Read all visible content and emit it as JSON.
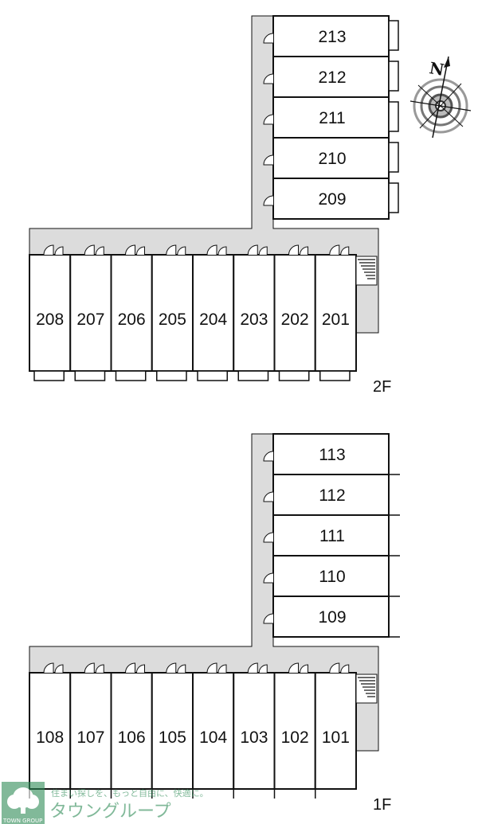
{
  "floors": [
    {
      "label": "2F",
      "wing_units": [
        "213",
        "212",
        "211",
        "210",
        "209"
      ],
      "row_units": [
        "208",
        "207",
        "206",
        "205",
        "204",
        "203",
        "202",
        "201"
      ]
    },
    {
      "label": "1F",
      "wing_units": [
        "113",
        "112",
        "111",
        "110",
        "109"
      ],
      "row_units": [
        "108",
        "107",
        "106",
        "105",
        "104",
        "103",
        "102",
        "101"
      ]
    }
  ],
  "compass": {
    "label": "N",
    "icon": "compass-rose-icon"
  },
  "watermark": {
    "slogan": "住まい探しを、もっと自由に、快適に。",
    "brand": "タウングループ",
    "sub": "TOWN GROUP",
    "icon": "tree-logo-icon"
  },
  "colors": {
    "corridor": "#dcdcdc",
    "line": "#111111",
    "logo": "#2e8b57"
  }
}
